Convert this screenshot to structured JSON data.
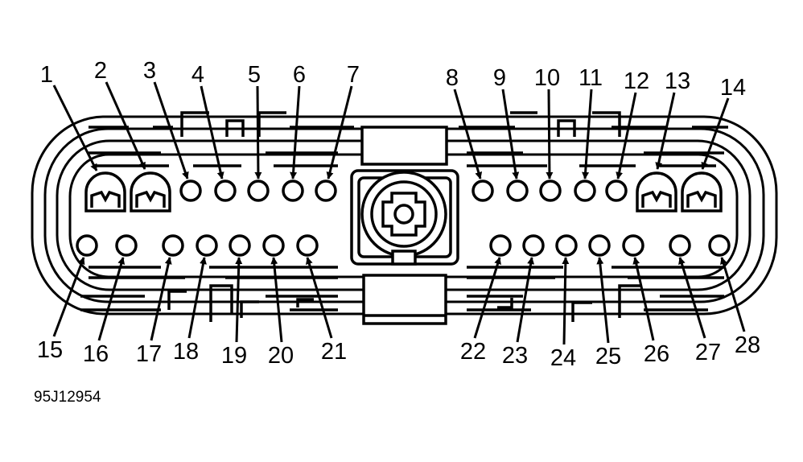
{
  "diagram": {
    "figure_id": "95J12954",
    "colors": {
      "ink": "#000000",
      "paper": "#ffffff"
    },
    "top_row_labels": [
      "1",
      "2",
      "3",
      "4",
      "5",
      "6",
      "7",
      "8",
      "9",
      "10",
      "11",
      "12",
      "13",
      "14"
    ],
    "bottom_row_labels": [
      "15",
      "16",
      "17",
      "18",
      "19",
      "20",
      "21",
      "22",
      "23",
      "24",
      "25",
      "26",
      "27",
      "28"
    ]
  }
}
